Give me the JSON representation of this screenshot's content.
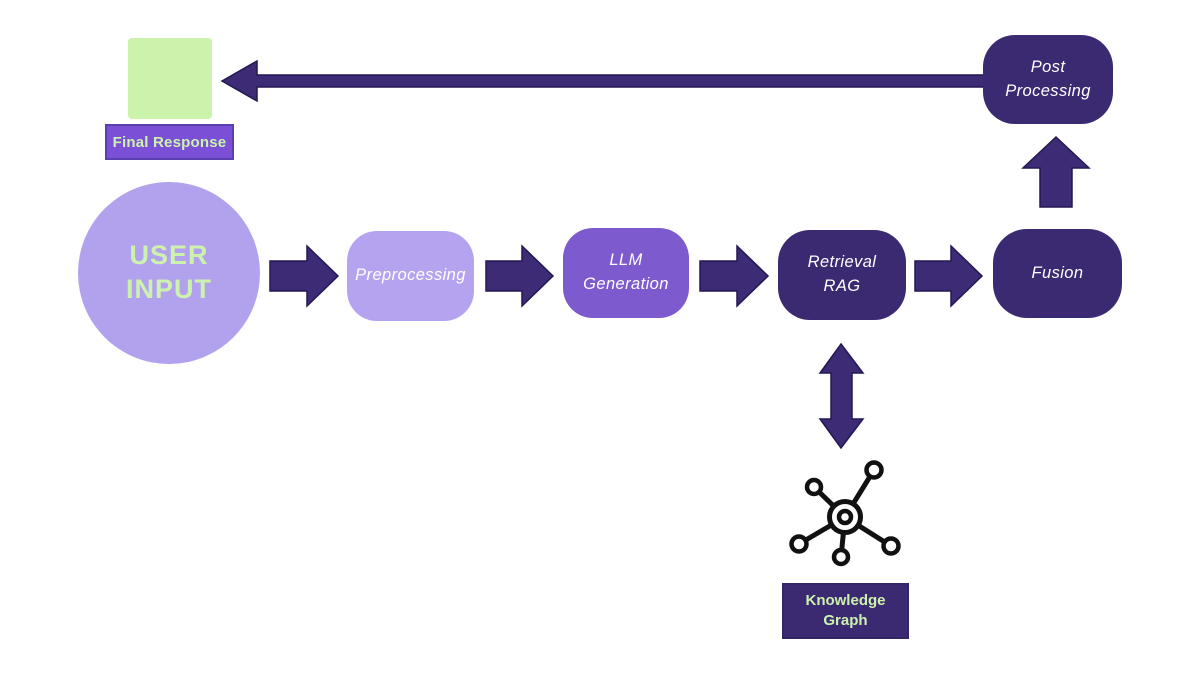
{
  "diagram": {
    "description": "RAG pipeline flow diagram",
    "background": "#ffffff",
    "nodes": {
      "final_response_output": {
        "type": "square",
        "color": "#cbf3ac"
      },
      "final_response": {
        "label": "Final Response",
        "bg": "#7b50d6",
        "border": "#5a3fae",
        "text_color": "#cdf2ad"
      },
      "user_input": {
        "label": "USER\nINPUT",
        "shape": "circle",
        "bg": "#b2a2ee",
        "text_color": "#cdf2ad"
      },
      "preprocessing": {
        "label": "Preprocessing",
        "bg": "#b5a3f0",
        "text_color": "#ffffff"
      },
      "llm_generation": {
        "label": "LLM\nGeneration",
        "bg": "#7d5ace",
        "text_color": "#ffffff"
      },
      "retrieval_rag": {
        "label": "Retrieval\nRAG",
        "bg": "#3b2a72",
        "text_color": "#ffffff"
      },
      "fusion": {
        "label": "Fusion",
        "bg": "#3b2a72",
        "text_color": "#ffffff"
      },
      "post_processing": {
        "label": "Post\nProcessing",
        "bg": "#3b2a72",
        "text_color": "#ffffff"
      },
      "knowledge_graph": {
        "label": "Knowledge\nGraph",
        "bg": "#3b2a72",
        "border": "#332566",
        "text_color": "#cdf2ad"
      }
    },
    "edges": [
      {
        "from": "user_input",
        "to": "preprocessing",
        "type": "block-arrow-right"
      },
      {
        "from": "preprocessing",
        "to": "llm_generation",
        "type": "block-arrow-right"
      },
      {
        "from": "llm_generation",
        "to": "retrieval_rag",
        "type": "block-arrow-right"
      },
      {
        "from": "retrieval_rag",
        "to": "fusion",
        "type": "block-arrow-right"
      },
      {
        "from": "fusion",
        "to": "post_processing",
        "type": "block-arrow-up"
      },
      {
        "from": "post_processing",
        "to": "final_response_output",
        "type": "long-arrow-left"
      },
      {
        "from": "retrieval_rag",
        "to": "knowledge_graph",
        "type": "double-arrow-vertical"
      }
    ],
    "colors": {
      "arrow_fill": "#3d2b75",
      "arrow_stroke": "#241852",
      "icon_stroke": "#111111"
    }
  }
}
